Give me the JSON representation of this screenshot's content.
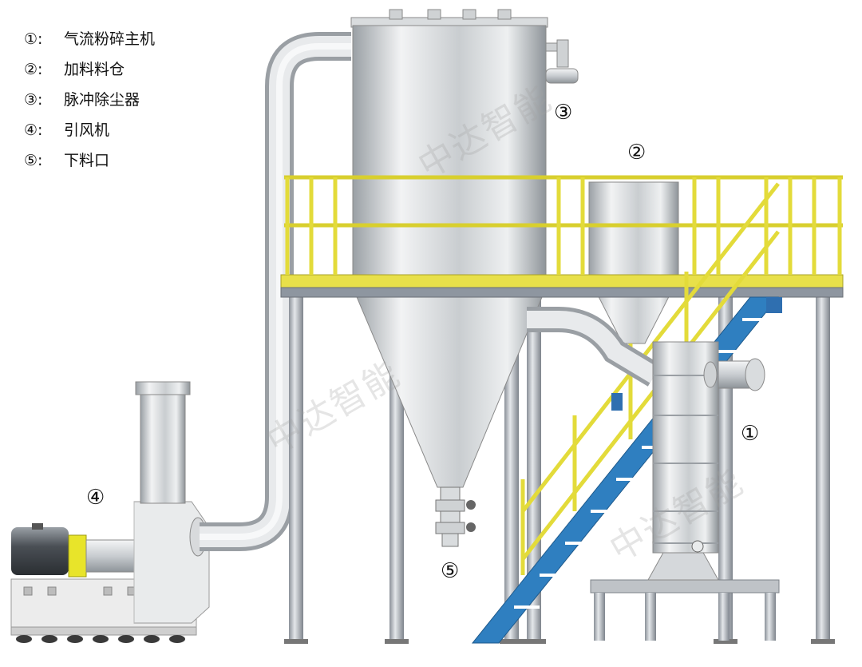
{
  "legend": [
    {
      "num": "①:",
      "text": "气流粉碎主机"
    },
    {
      "num": "②:",
      "text": "加料料仓"
    },
    {
      "num": "③:",
      "text": "脉冲除尘器"
    },
    {
      "num": "④:",
      "text": "引风机"
    },
    {
      "num": "⑤:",
      "text": "下料口"
    }
  ],
  "callouts": {
    "c1": "①",
    "c2": "②",
    "c3": "③",
    "c4": "④",
    "c5": "⑤"
  },
  "watermark": "中达智能",
  "colors": {
    "steel_light": "#e6e8ea",
    "steel_dark": "#8f9499",
    "platform_yellow": "#e8e04a",
    "stair_blue": "#2f7fc0",
    "motor_yellow": "#e8e42a"
  }
}
